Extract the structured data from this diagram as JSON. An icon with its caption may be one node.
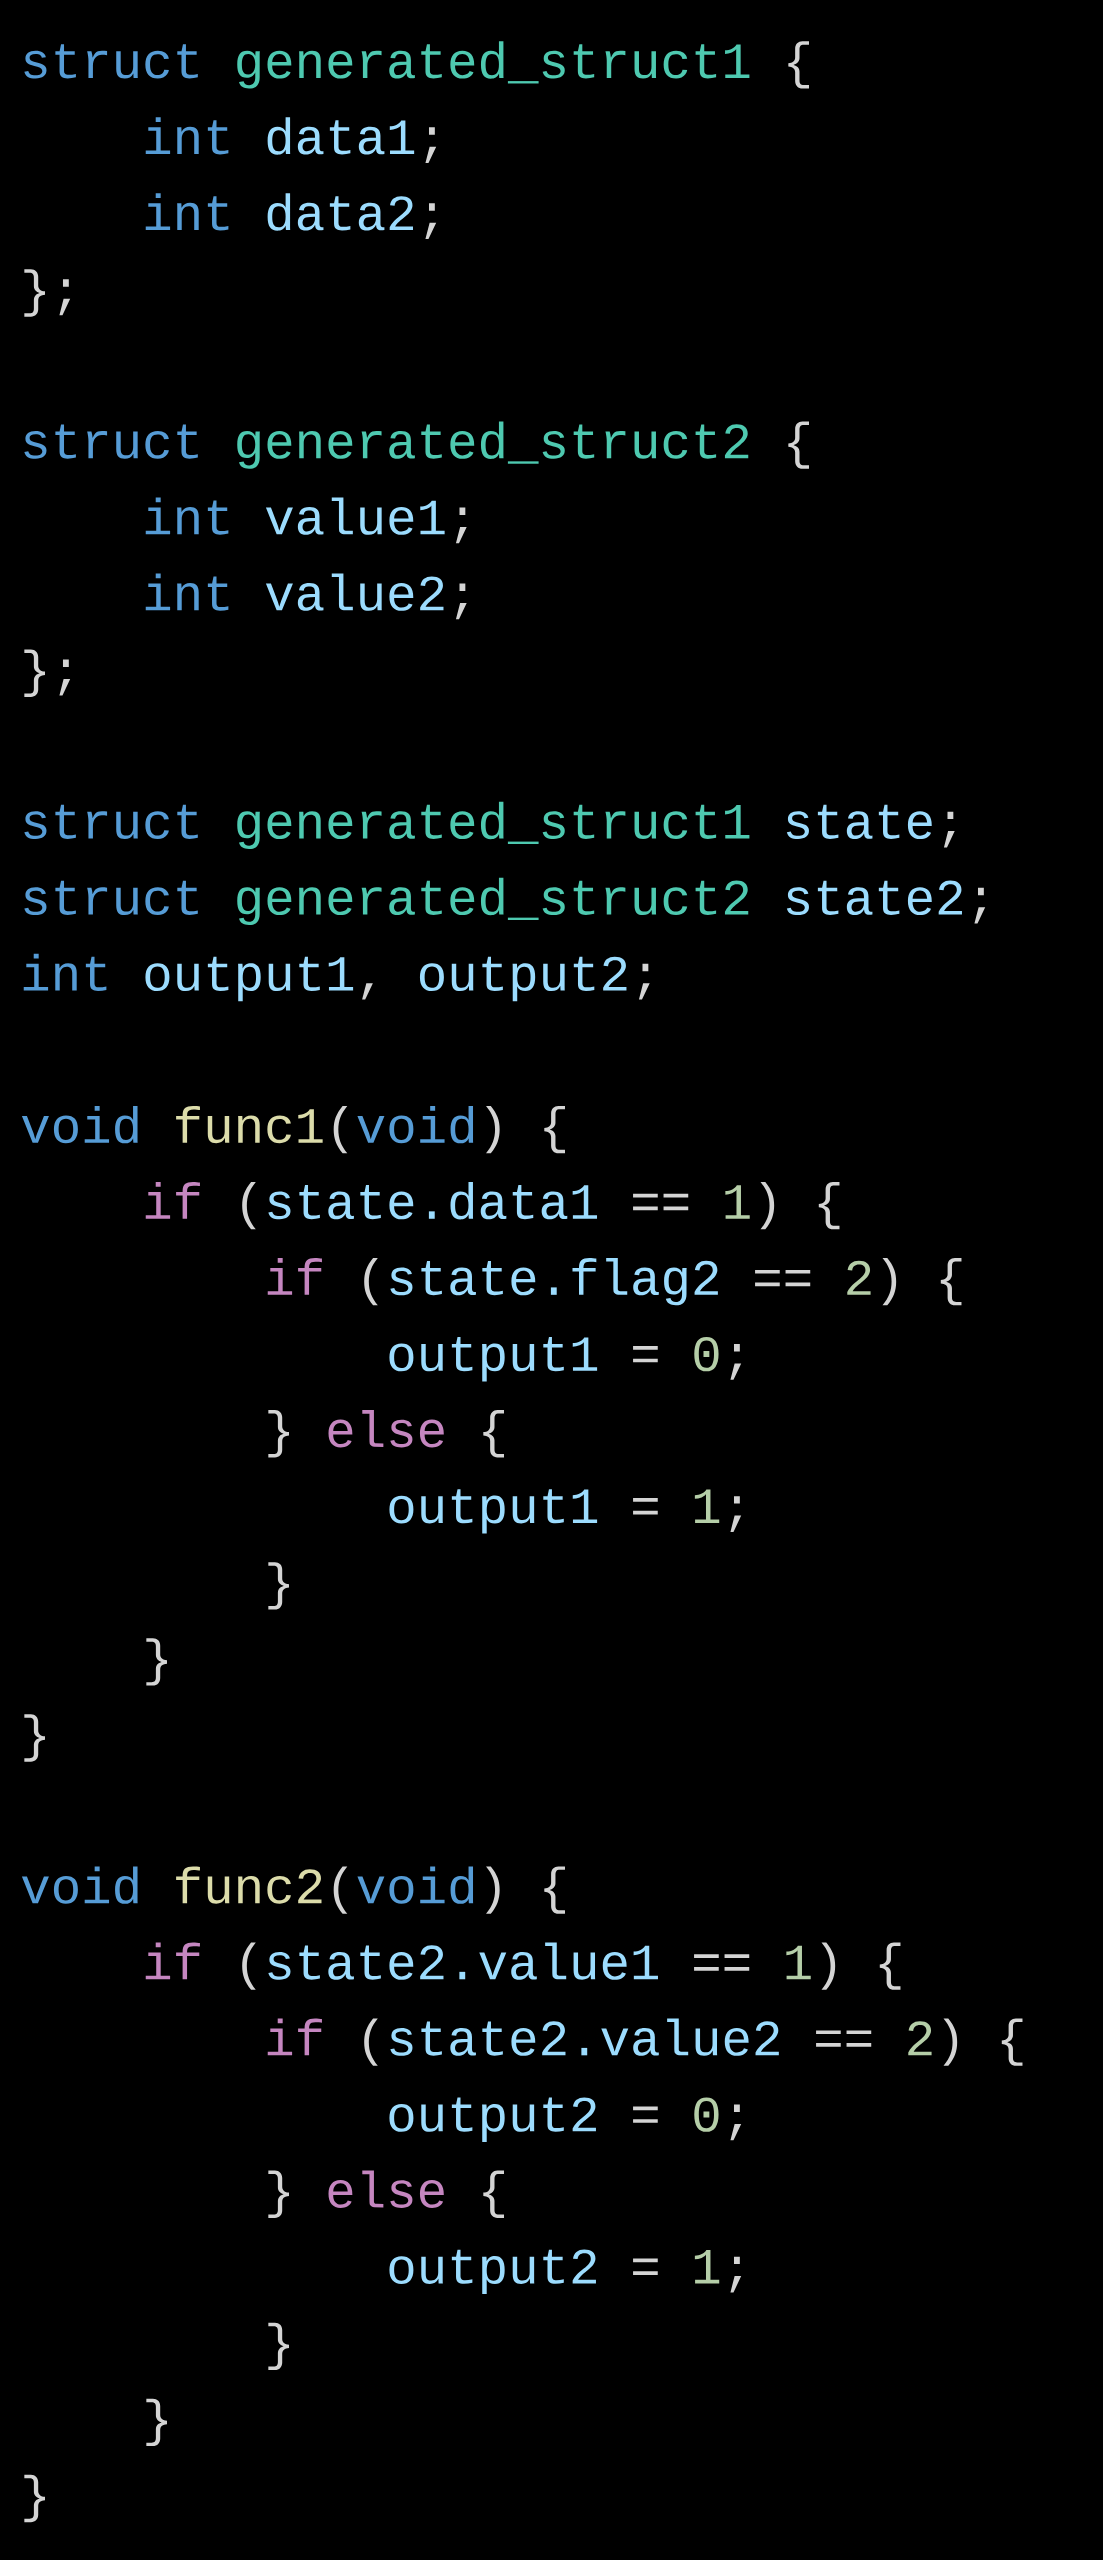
{
  "diagram": {
    "labels": [
      "struct",
      "generated_struct1",
      "{",
      "int",
      "data1",
      ";",
      "int",
      "data2",
      ";",
      "};",
      "struct",
      "generated_struct2",
      "{",
      "int",
      "value1",
      ";",
      "int",
      "value2",
      ";",
      "};",
      "struct",
      "generated_struct1",
      "state",
      ";",
      "struct",
      "generated_struct2",
      "state2",
      ";",
      "int",
      "output1",
      ",",
      "output2",
      ";",
      "void",
      "func1",
      "(",
      "void",
      ") {",
      "if",
      "(",
      "state.data1",
      "==",
      "1",
      ") {",
      "if",
      "(",
      "state.flag2",
      "==",
      "2",
      ") {",
      "output1",
      "=",
      "0",
      ";",
      "}",
      "else",
      "{",
      "output1",
      "=",
      "1",
      ";",
      "}",
      "}",
      "}",
      "void",
      "func2",
      "(",
      "void",
      ") {",
      "if",
      "(",
      "state2.value1",
      "==",
      "1",
      ") {",
      "if",
      "(",
      "state2.value2",
      "==",
      "2",
      ") {",
      "output2",
      "=",
      "0",
      ";",
      "}",
      "else",
      "{",
      "output2",
      "=",
      "1",
      ";",
      "}",
      "}",
      "}"
    ]
  }
}
